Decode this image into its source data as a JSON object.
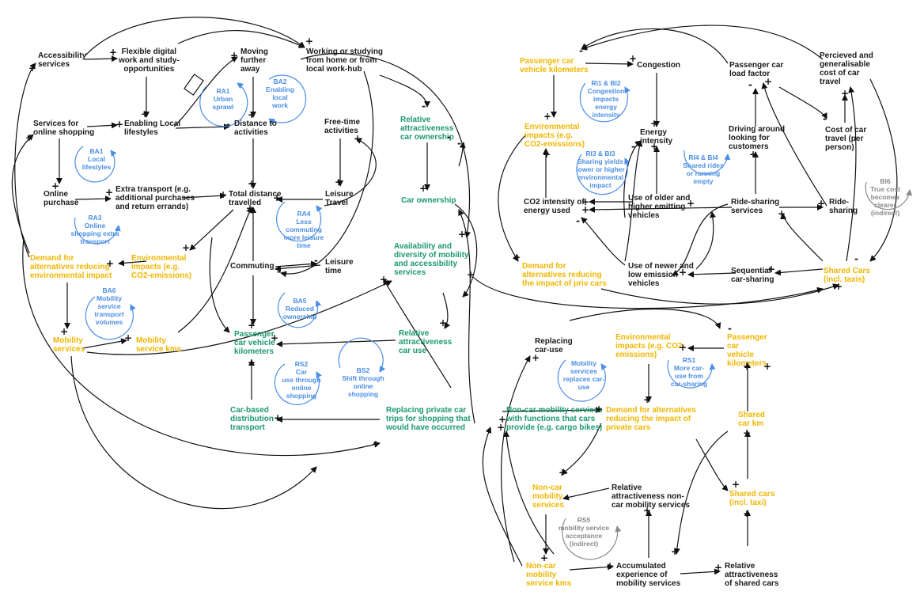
{
  "colors": {
    "black": "#1a1a1a",
    "yellow": "#f2b600",
    "green": "#1b9a6b",
    "blue": "#4a8ee6",
    "gray": "#8a8a8a"
  },
  "nodes": {
    "accessibility": "Accessibility\nservices",
    "flexible": "Flexible digital\nwork and study-\nopportunities",
    "moving": "Moving\nfurther\naway",
    "working": "Working or studying\nfrom home or from\nlocal work-hub",
    "online_shop_services": "Services for\nonline shopping",
    "enabling_local": "Enabling Local\nlifestyles",
    "distance_activities": "Distance to\nactivities",
    "free_time": "Free-time\nactivities",
    "online_purchase": "Online\npurchase",
    "extra_transport": "Extra transport (e.g.\nadditional purchases\nand return errands)",
    "total_distance": "Total distance\ntravelled",
    "leisure_travel": "Leisure\nTravel",
    "demand_alt_env": "Demand for\nalternatives reducing\nenvironmental impact",
    "env_impacts_left": "Environmental\nimpacts (e.g.\nCO2-emissions)",
    "commuting": "Commuting",
    "leisure_time": "Leisure\ntime",
    "mobility_services_left": "Mobility\nservices",
    "mobility_service_kms": "Mobility\nservice kms",
    "pass_car_vkm_left": "Passenger\ncar vehicle\nkilometers",
    "rel_attr_car_use": "Relative\nattractiveness\ncar use",
    "rel_attr_car_own": "Relative\nattractiveness\ncar ownership",
    "car_ownership": "Car ownership",
    "availability": "Availability and\ndiversity of mobility\nand accessibility\nservices",
    "car_based_dist": "Car-based\ndistribution\ntransport",
    "replacing_shopping": "Replacing private car\ntrips for shopping that\nwould have occurred",
    "pass_car_vkm_tr": "Passenger car\nvehicle kilometers",
    "congestion": "Congestion",
    "load_factor": "Passenger car\nload factor",
    "perceived_cost": "Percieved and\ngeneralisable\ncost of car\ntravel",
    "env_impacts_tr": "Environmental\nimpacts (e.g.\nCO2-emissions)",
    "energy_intensity": "Energy\nintensity",
    "driving_around": "Driving around\nlooking for\ncustomers",
    "cost_per_person": "Cost of car\ntravel (per\nperson)",
    "co2_intensity": "CO2 intensity of\nenergy used",
    "older_vehicles": "Use of older and\nhigher emitting\nvehicles",
    "ride_sharing_services": "Ride-sharing\nservices",
    "ride_sharing": "Ride-\nsharing",
    "demand_alt_priv": "Demand for\nalternatives reducing\nthe impact of priv cars",
    "newer_vehicles": "Use of newer and\nlow emission\nvehicles",
    "sequential": "Sequential\ncar-sharing",
    "shared_cars_taxis": "Shared Cars\n(incl. taxis)",
    "replacing_car_use": "Replacing\ncar-use",
    "env_impacts_br": "Environmental\nimpacts (e.g. CO2-\nemissions)",
    "pass_car_vkm_br": "Passenger\ncar\nvehicle\nkilometers",
    "non_car_functions": "Non-car mobility services\nwith functions that cars\nprovide (e.g. cargo bikes)",
    "demand_alt_br": "Demand for alternatives\nreducing the impact of\nprivate cars",
    "shared_car_km": "Shared\ncar km",
    "non_car_services": "Non-car\nmobility\nservices",
    "rel_attr_non_car": "Relative\nattractiveness non-\ncar mobility services",
    "shared_cars_taxi": "Shared cars\n(incl. taxi)",
    "non_car_service_kms": "Non-car\nmobility\nservice kms",
    "accumulated": "Accumulated\nexperience of\nmobility services",
    "rel_attr_shared": "Relative\nattractiveness\nof shared cars"
  },
  "loops": {
    "ra1": "RA1\nUrban\nsprawl",
    "ba2": "BA2\nEnabling\nlocal\nwork",
    "ba1": "BA1\nLocal\nlifestyles",
    "ra3": "RA3\nOnline\nshopping extra\ntransport",
    "ra4": "RA4\nLess\ncommuting\nmore leisure\ntime",
    "ba6": "BA6\nMobility\nservice\ntransport\nvolumes",
    "ba5": "BA5\nReduced\nownership",
    "rs2": "RS2\nCar\nuse through\nonline\nshopping",
    "bs2": "BS2\nShift through\nonline\nshopping",
    "ri1": "RI1 & BI2\nCongestion\nimpacts\nenergy\nintensity",
    "ri3": "RI3 & BI3\nSharing yields\nlower or higher\nenvironmental\nimpact",
    "ri4": "RI4 & BI4\nShared rides\nor running\nempty",
    "bi6": "BI6\nTrue cost\nbecomes\nclearer\n(indirect)",
    "mobility_replaces": "Mobility\nservices\nreplaces car-\nuse",
    "rs1": "RS1\nMore car-\nuse from\ncar-sharing",
    "rs5": "RS5\nmobility service\nacceptance\n(indirect)"
  }
}
